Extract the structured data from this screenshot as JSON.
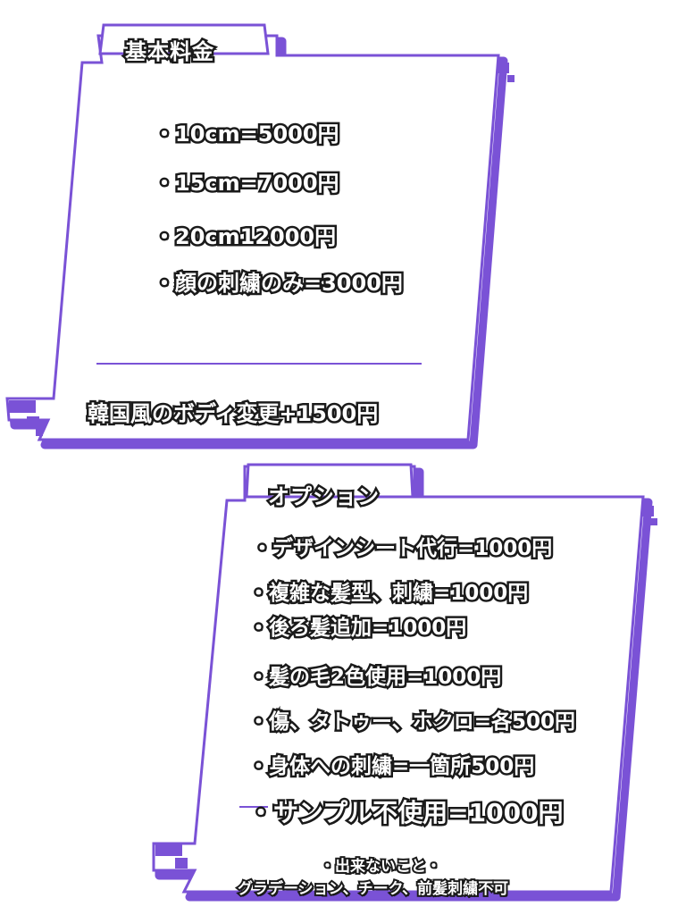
{
  "colors": {
    "frame": "#7a52d6",
    "outline": "#1a1a1a",
    "text": "#ffffff"
  },
  "basic": {
    "title": "基本料金",
    "items": [
      "・10cm=5000円",
      "・15cm=7000円",
      "・20cm12000円",
      "・顔の刺繍のみ=3000円"
    ],
    "extra": "韓国風のボディ変更+1500円"
  },
  "options": {
    "title": "オプション",
    "items": [
      "・デザインシート代行=1000円",
      "・複雑な髪型、刺繍=1000円",
      "・後ろ髪追加=1000円",
      "・髪の毛2色使用=1000円",
      "・傷、タトゥー、ホクロ=各500円",
      "・身体への刺繍=一箇所500円",
      "・サンプル不使用=1000円"
    ],
    "not_possible_heading": "・出来ないこと・",
    "not_possible_text": "グラデーション、チーク、前髪刺繍不可"
  }
}
